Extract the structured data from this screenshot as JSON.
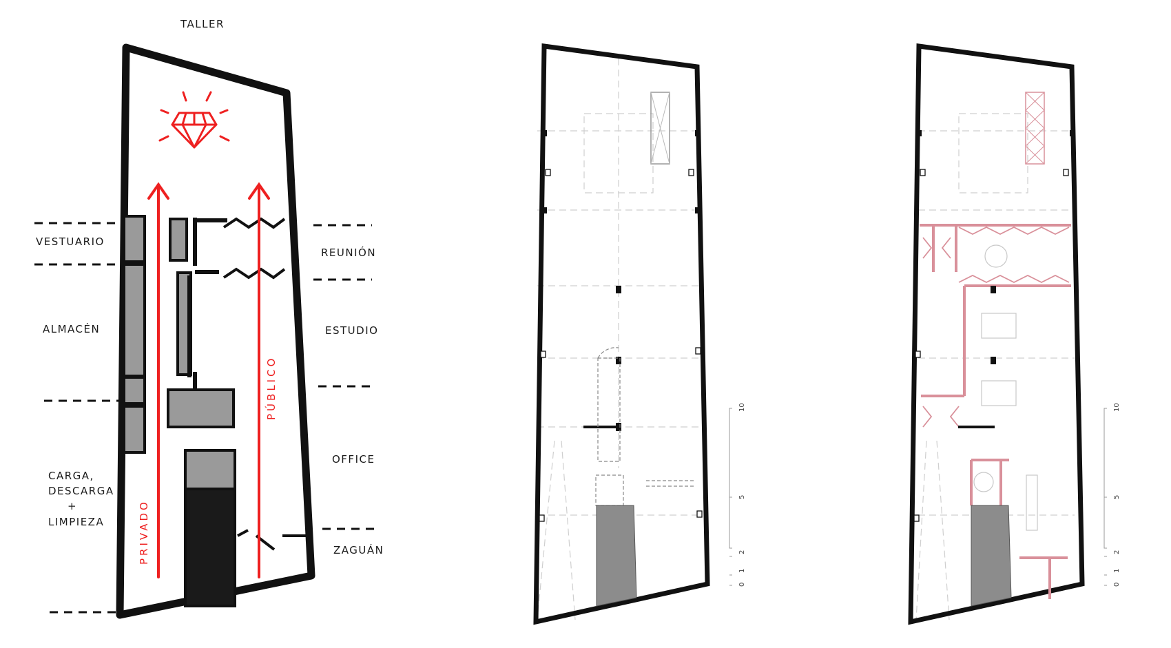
{
  "colors": {
    "ink": "#111111",
    "accent_red": "#ee2020",
    "plan_red": "#d9909a",
    "gray_fill": "#8c8c8c",
    "dashed_gray": "#cccccc"
  },
  "sketch": {
    "title": "TALLER",
    "left_labels": {
      "vestuario": "VESTUARIO",
      "almacen": "ALMACÉN",
      "carga_line1": "CARGA,",
      "carga_line2": "DESCARGA",
      "carga_line3": "+",
      "carga_line4": "LIMPIEZA"
    },
    "right_labels": {
      "reunion": "REUNIÓN",
      "estudio": "ESTUDIO",
      "office": "OFFICE",
      "zaguan": "ZAGUÁN"
    },
    "arrow_labels": {
      "privado": "PRIVADO",
      "publico": "PÚBLICO"
    },
    "icon": "diamond-icon"
  },
  "plans": {
    "scale_ticks": [
      "0",
      "1",
      "2",
      "5",
      "10"
    ]
  }
}
